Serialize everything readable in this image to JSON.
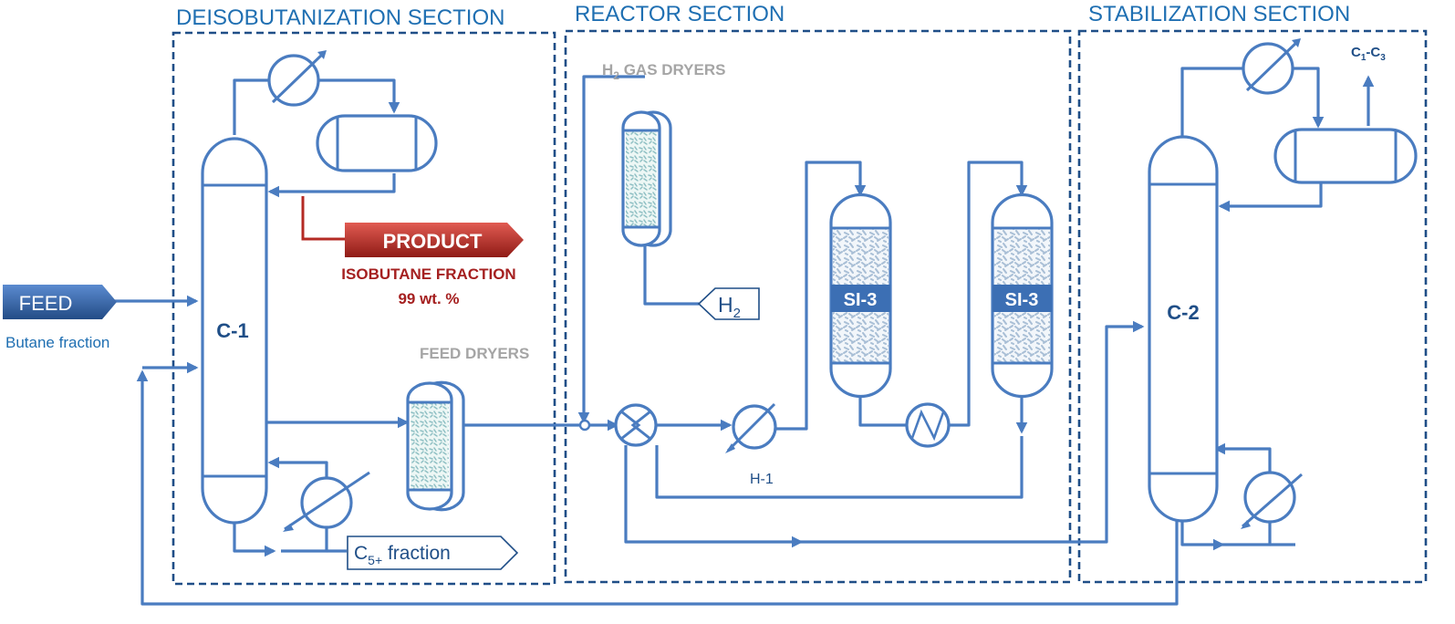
{
  "sections": {
    "deisobutanization": "DEISOBUTANIZATION SECTION",
    "reactor": "REACTOR SECTION",
    "stabilization": "STABILIZATION SECTION"
  },
  "feed": {
    "label": "FEED",
    "sublabel": "Butane fraction"
  },
  "product": {
    "label": "PRODUCT",
    "line1": "ISOBUTANE FRACTION",
    "line2": "99 wt. %"
  },
  "columns": {
    "c1": "C-1",
    "c2": "C-2"
  },
  "dryers": {
    "h2_prefix": "H",
    "h2_sub": "2",
    "h2_suffix": " GAS DRYERS",
    "feed": "FEED DRYERS"
  },
  "h2_input": {
    "main": "H",
    "sub": "2"
  },
  "reactors": {
    "r1": "SI-3",
    "r2": "SI-3"
  },
  "heater": "H-1",
  "c5_output": {
    "main": "C",
    "sub": "5+",
    "suffix": " fraction"
  },
  "offgas": {
    "c1": "C",
    "sub1": "1",
    "dash": "-C",
    "sub3": "3"
  },
  "colors": {
    "line": "#4a7cc0",
    "section_border": "#1f4e87",
    "product": "#b42a24",
    "feed": "#2e5c9c"
  }
}
